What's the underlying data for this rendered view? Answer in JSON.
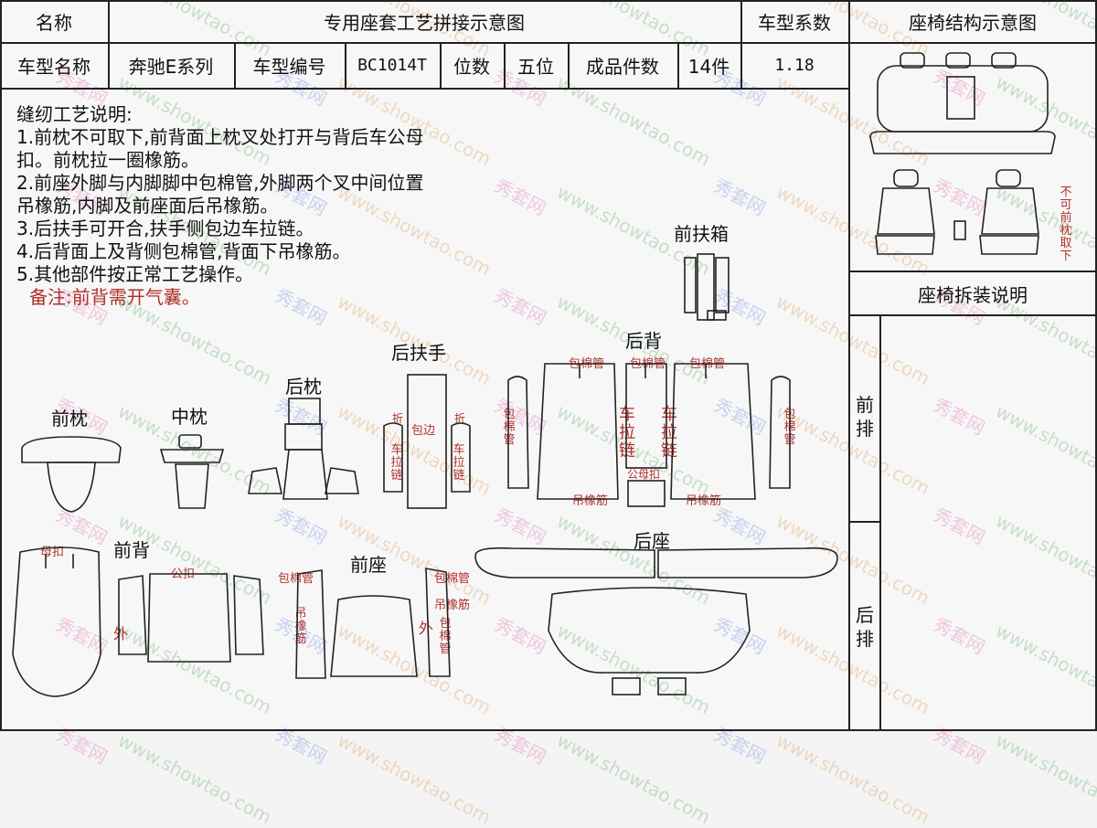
{
  "header": {
    "name_label": "名称",
    "title": "专用座套工艺拼接示意图",
    "coef_label": "车型系数",
    "struct_title": "座椅结构示意图"
  },
  "info": {
    "model_name_label": "车型名称",
    "model_name": "奔驰E系列",
    "model_no_label": "车型编号",
    "model_no": "BC1014T",
    "seats_label": "位数",
    "seats": "五位",
    "pieces_label": "成品件数",
    "pieces": "14件",
    "coef": "1.18"
  },
  "notes": {
    "heading": "缝纫工艺说明:",
    "lines": [
      "1.前枕不可取下,前背面上枕叉处打开与背后车公母",
      "扣。前枕拉一圈橡筋。",
      "2.前座外脚与内脚脚中包棉管,外脚两个叉中间位置",
      "吊橡筋,内脚及前座面后吊橡筋。",
      "3.后扶手可开合,扶手侧包边车拉链。",
      "4.后背面上及背侧包棉管,背面下吊橡筋。",
      "5.其他部件按正常工艺操作。"
    ],
    "remark": "备注:前背需开气囊。"
  },
  "right_panel": {
    "struct_note": "不可前枕取下",
    "disassembly_title": "座椅拆装说明",
    "front_row": "前排",
    "rear_row": "后排"
  },
  "parts": {
    "front_armrest_box": "前扶箱",
    "rear_armrest": "后扶手",
    "rear_back": "后背",
    "rear_pillow": "后枕",
    "front_pillow": "前枕",
    "middle_pillow": "中枕",
    "front_back": "前背",
    "front_seat": "前座",
    "rear_seat": "后座"
  },
  "marks": {
    "fold": "折",
    "piping": "包边",
    "zipper": "拉链",
    "car_zipper": "车拉链",
    "cotton_tube": "包棉管",
    "elastic": "吊橡筋",
    "male_female": "公母扣",
    "female_buckle": "母扣",
    "male_buckle": "公扣",
    "outer": "外",
    "side_cotton": "包棉管"
  },
  "watermark": {
    "brand": "秀套网",
    "url": "www.showtao.com"
  },
  "colors": {
    "line": "#222222",
    "mark": "#b0302c"
  }
}
